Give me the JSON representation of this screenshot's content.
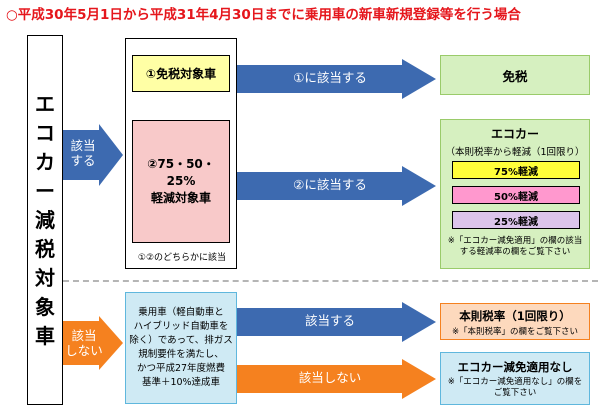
{
  "title": "○平成30年5月1日から平成31年4月30日までに乗用車の新車新規登録等を行う場合",
  "left_label": [
    "エ",
    "コ",
    "カ",
    "ー",
    "減",
    "税",
    "対",
    "象",
    "車"
  ],
  "upper_arrow_label": [
    "該当",
    "する"
  ],
  "lower_arrow_label": [
    "該当",
    "しない"
  ],
  "group_box": {
    "box1": "①免税対象車",
    "box2": [
      "②75・50・25%",
      "軽減対象車"
    ],
    "note": "①②のどちらかに該当"
  },
  "arrows": {
    "a1": "①に該当する",
    "a2": "②に該当する",
    "a3": "該当する",
    "a4": "該当しない"
  },
  "results": {
    "exempt": "免税",
    "ecocar_title": "エコカー",
    "ecocar_sub": "（本則税率から軽減（1回限り）",
    "reductions": [
      "75%軽減",
      "50%軽減",
      "25%軽減"
    ],
    "ecocar_note": [
      "※「エコカー減免適用」の欄の該当",
      "する軽減率の欄をご覧下さい"
    ],
    "honsoku_title": "本則税率（1回限り）",
    "honsoku_note": "※「本則税率」の欄をご覧下さい",
    "none_title": "エコカー減免適用なし",
    "none_note": [
      "※「エコカー減免適用なし」の欄を",
      "ご覧下さい"
    ]
  },
  "criteria": [
    "乗用車（軽自動車と",
    "ハイブリッド自動車を",
    "除く）であって、排ガス",
    "規制要件を満たし、",
    "かつ平成27年度燃費",
    "基準＋10%達成車"
  ],
  "colors": {
    "title_red": "#e5161c",
    "arrow_blue": "#3d6ab0",
    "arrow_orange": "#f5811f",
    "box1_yellow": "#ffffa5",
    "box2_pink": "#f8c9c9",
    "green": "#d6f0c0",
    "green_border": "#9acb6a",
    "aqua": "#cfeaf4",
    "aqua_border": "#5fb7dd",
    "orange_fill": "#fdd9bd",
    "r75": "#ffff3a",
    "r50": "#ff98ce",
    "r25": "#dcc4eb"
  }
}
